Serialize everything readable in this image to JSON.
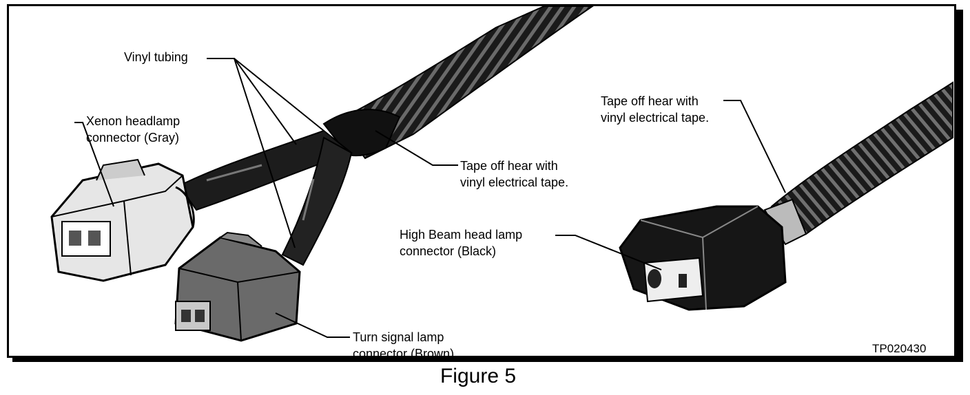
{
  "callouts": {
    "vinyl_tubing": "Vinyl tubing",
    "xenon_line1": "Xenon headlamp",
    "xenon_line2": "connector (Gray)",
    "tape_center_line1": "Tape off hear with",
    "tape_center_line2": "vinyl electrical tape.",
    "tape_right_line1": "Tape off hear with",
    "tape_right_line2": "vinyl electrical tape.",
    "highbeam_line1": "High Beam head lamp",
    "highbeam_line2": "connector (Black)",
    "turn_line1": "Turn signal lamp",
    "turn_line2": "connector (Brown)"
  },
  "figure_code": "TP020430",
  "caption": "Figure 5"
}
